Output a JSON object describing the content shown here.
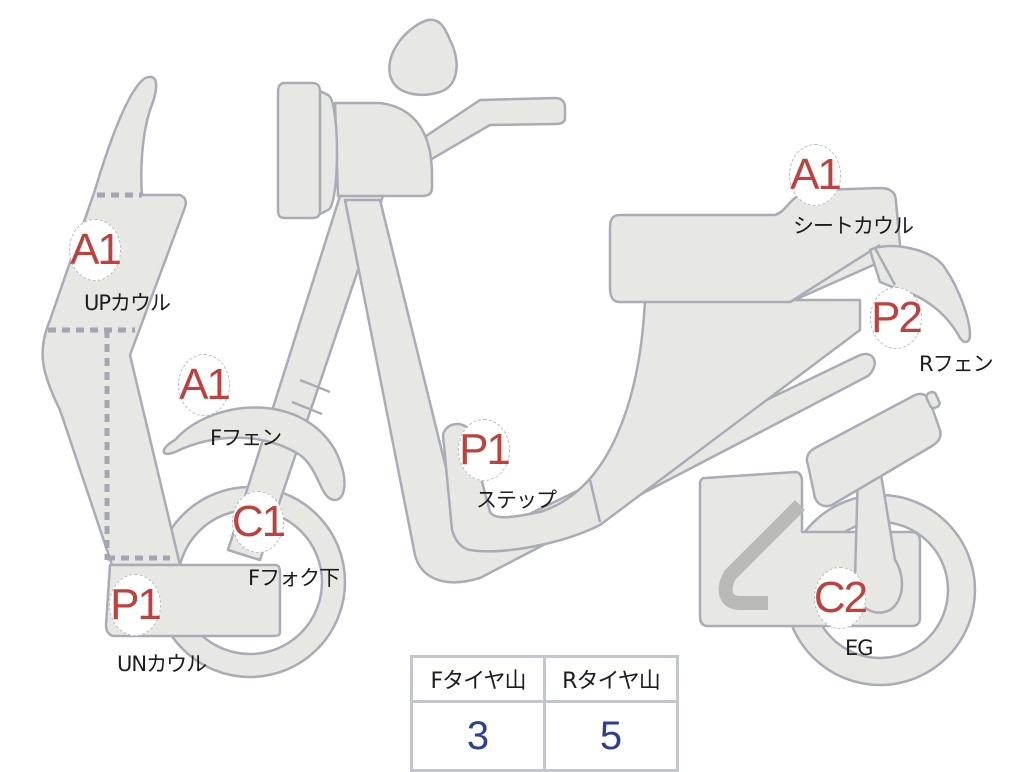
{
  "diagram": {
    "subject": "scooter parts grading diagram",
    "colors": {
      "body_fill": "#e7e7e3",
      "outline": "#a9acb6",
      "grade_text": "#c0403b",
      "label_text": "#1c1c1c",
      "value_text": "#2c3f94"
    }
  },
  "parts": [
    {
      "id": "up_cowl",
      "grade": "A1",
      "label": "UPカウル"
    },
    {
      "id": "front_fender",
      "grade": "A1",
      "label": "Fフェン"
    },
    {
      "id": "front_fork_lower",
      "grade": "C1",
      "label": "Fフォク下"
    },
    {
      "id": "under_cowl",
      "grade": "P1",
      "label": "UNカウル"
    },
    {
      "id": "step",
      "grade": "P1",
      "label": "ステップ"
    },
    {
      "id": "seat_cowl",
      "grade": "A1",
      "label": "シートカウル"
    },
    {
      "id": "rear_fender",
      "grade": "P2",
      "label": "Rフェン"
    },
    {
      "id": "engine",
      "grade": "C2",
      "label": "EG"
    }
  ],
  "tire_table": {
    "headers": [
      "Fタイヤ山",
      "Rタイヤ山"
    ],
    "values": [
      "3",
      "5"
    ]
  }
}
